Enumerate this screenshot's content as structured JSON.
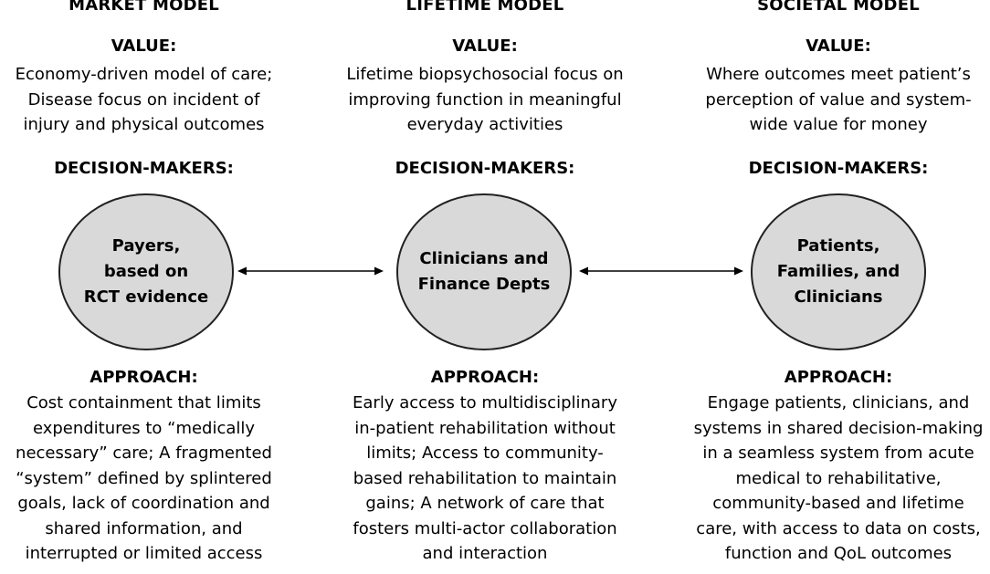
{
  "models": [
    {
      "title": "MARKET MODEL",
      "value_heading": "VALUE:",
      "value_text": "Economy-driven model of care;\nDisease focus on incident of\ninjury and physical outcomes",
      "decision_heading": "DECISION-MAKERS:",
      "decision_makers": "Payers,\nbased on\nRCT evidence",
      "approach_heading": "APPROACH:",
      "approach_text": "Cost containment that limits\nexpenditures to “medically\nnecessary” care; A fragmented\n“system” defined by splintered\ngoals, lack of coordination and\nshared information, and\ninterrupted or limited access"
    },
    {
      "title": "LIFETIME MODEL",
      "value_heading": "VALUE:",
      "value_text": "Lifetime biopsychosocial focus on\nimproving function in meaningful\neveryday activities",
      "decision_heading": "DECISION-MAKERS:",
      "decision_makers": "Clinicians and\nFinance Depts",
      "approach_heading": "APPROACH:",
      "approach_text": "Early access to multidisciplinary\nin-patient rehabilitation without\nlimits; Access to community-\nbased rehabilitation to maintain\ngains; A network of care that\nfosters multi-actor collaboration\nand interaction"
    },
    {
      "title": "SOCIETAL MODEL",
      "value_heading": "VALUE:",
      "value_text": "Where outcomes meet patient’s\nperception of value and system-\nwide value for money",
      "decision_heading": "DECISION-MAKERS:",
      "decision_makers": "Patients,\nFamilies, and\nClinicians",
      "approach_heading": "APPROACH:",
      "approach_text": "Engage patients, clinicians, and\nsystems in shared decision-making\nin a seamless system from acute\nmedical to rehabilitative,\ncommunity-based and lifetime\ncare, with access to data on costs,\nfunction and QoL outcomes"
    }
  ],
  "connectors": [
    {
      "from": "market",
      "to": "lifetime",
      "style": "double-headed-arrow"
    },
    {
      "from": "lifetime",
      "to": "societal",
      "style": "double-headed-arrow"
    }
  ],
  "colors": {
    "circle_fill": "#d9d9d9",
    "circle_stroke": "#222222",
    "text": "#000000"
  }
}
